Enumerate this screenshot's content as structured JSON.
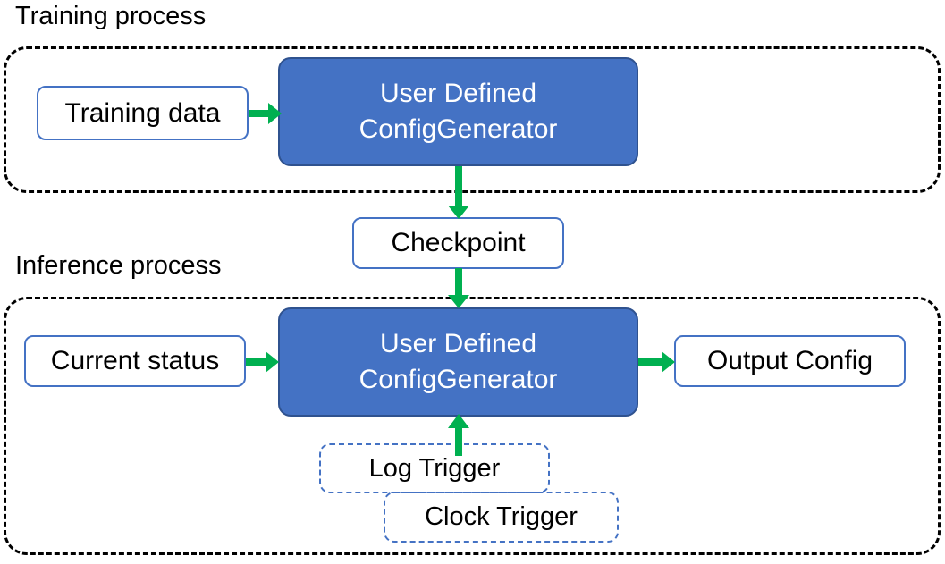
{
  "diagram": {
    "title_training": "Training process",
    "title_inference": "Inference process",
    "colors": {
      "processor_fill": "#4472C4",
      "processor_border": "#2F528F",
      "node_border": "#4472C4",
      "arrow": "#00B050",
      "container_border": "#000000",
      "trigger_border": "#4472C4",
      "text_dark": "#000000",
      "text_light": "#FFFFFF",
      "background": "#FFFFFF"
    },
    "training": {
      "input_label": "Training data",
      "processor_line1": "User Defined",
      "processor_line2": "ConfigGenerator"
    },
    "checkpoint_label": "Checkpoint",
    "inference": {
      "input_label": "Current status",
      "processor_line1": "User Defined",
      "processor_line2": "ConfigGenerator",
      "output_label": "Output Config",
      "trigger_log_label": "Log Trigger",
      "trigger_clock_label": "Clock Trigger"
    },
    "arrows": [
      {
        "name": "training-data-to-processor",
        "from": "Training data",
        "to": "User Defined ConfigGenerator",
        "direction": "right"
      },
      {
        "name": "training-processor-to-checkpoint",
        "from": "User Defined ConfigGenerator",
        "to": "Checkpoint",
        "direction": "down"
      },
      {
        "name": "checkpoint-to-inference-processor",
        "from": "Checkpoint",
        "to": "User Defined ConfigGenerator",
        "direction": "down"
      },
      {
        "name": "current-status-to-processor",
        "from": "Current status",
        "to": "User Defined ConfigGenerator",
        "direction": "right"
      },
      {
        "name": "processor-to-output-config",
        "from": "User Defined ConfigGenerator",
        "to": "Output Config",
        "direction": "right"
      },
      {
        "name": "triggers-to-processor",
        "from": "Log Trigger / Clock Trigger",
        "to": "User Defined ConfigGenerator",
        "direction": "up"
      }
    ]
  }
}
